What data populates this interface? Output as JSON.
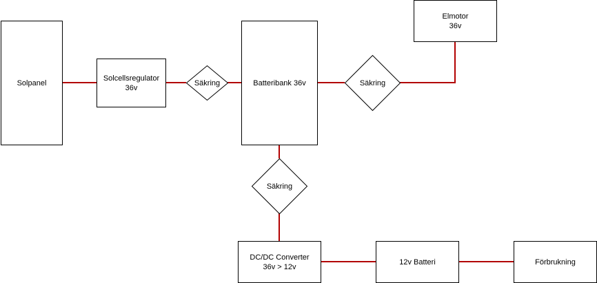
{
  "diagram": {
    "colors": {
      "edge": "#b20000",
      "node_border": "#000000",
      "node_fill": "#ffffff"
    },
    "nodes": {
      "solpanel": {
        "type": "rectangle",
        "lines": [
          "Solpanel"
        ]
      },
      "solcellsregulator": {
        "type": "rectangle",
        "lines": [
          "Solcellsregulator",
          "36v"
        ]
      },
      "sakring1": {
        "type": "diamond",
        "lines": [
          "Säkring"
        ]
      },
      "batteribank": {
        "type": "rectangle",
        "lines": [
          "Batteribank 36v"
        ]
      },
      "sakring2": {
        "type": "diamond",
        "lines": [
          "Säkring"
        ]
      },
      "elmotor": {
        "type": "rectangle",
        "lines": [
          "Elmotor",
          "36v"
        ]
      },
      "sakring3": {
        "type": "diamond",
        "lines": [
          "Säkring"
        ]
      },
      "dcdc": {
        "type": "rectangle",
        "lines": [
          "DC/DC Converter",
          "36v > 12v"
        ]
      },
      "batteri12": {
        "type": "rectangle",
        "lines": [
          "12v Batteri"
        ]
      },
      "forbrukning": {
        "type": "rectangle",
        "lines": [
          "Förbrukning"
        ]
      }
    },
    "edges": [
      {
        "from": "solpanel",
        "to": "solcellsregulator"
      },
      {
        "from": "solcellsregulator",
        "to": "sakring1"
      },
      {
        "from": "sakring1",
        "to": "batteribank"
      },
      {
        "from": "batteribank",
        "to": "sakring2"
      },
      {
        "from": "sakring2",
        "to": "elmotor"
      },
      {
        "from": "batteribank",
        "to": "sakring3"
      },
      {
        "from": "sakring3",
        "to": "dcdc"
      },
      {
        "from": "dcdc",
        "to": "batteri12"
      },
      {
        "from": "batteri12",
        "to": "forbrukning"
      }
    ]
  }
}
